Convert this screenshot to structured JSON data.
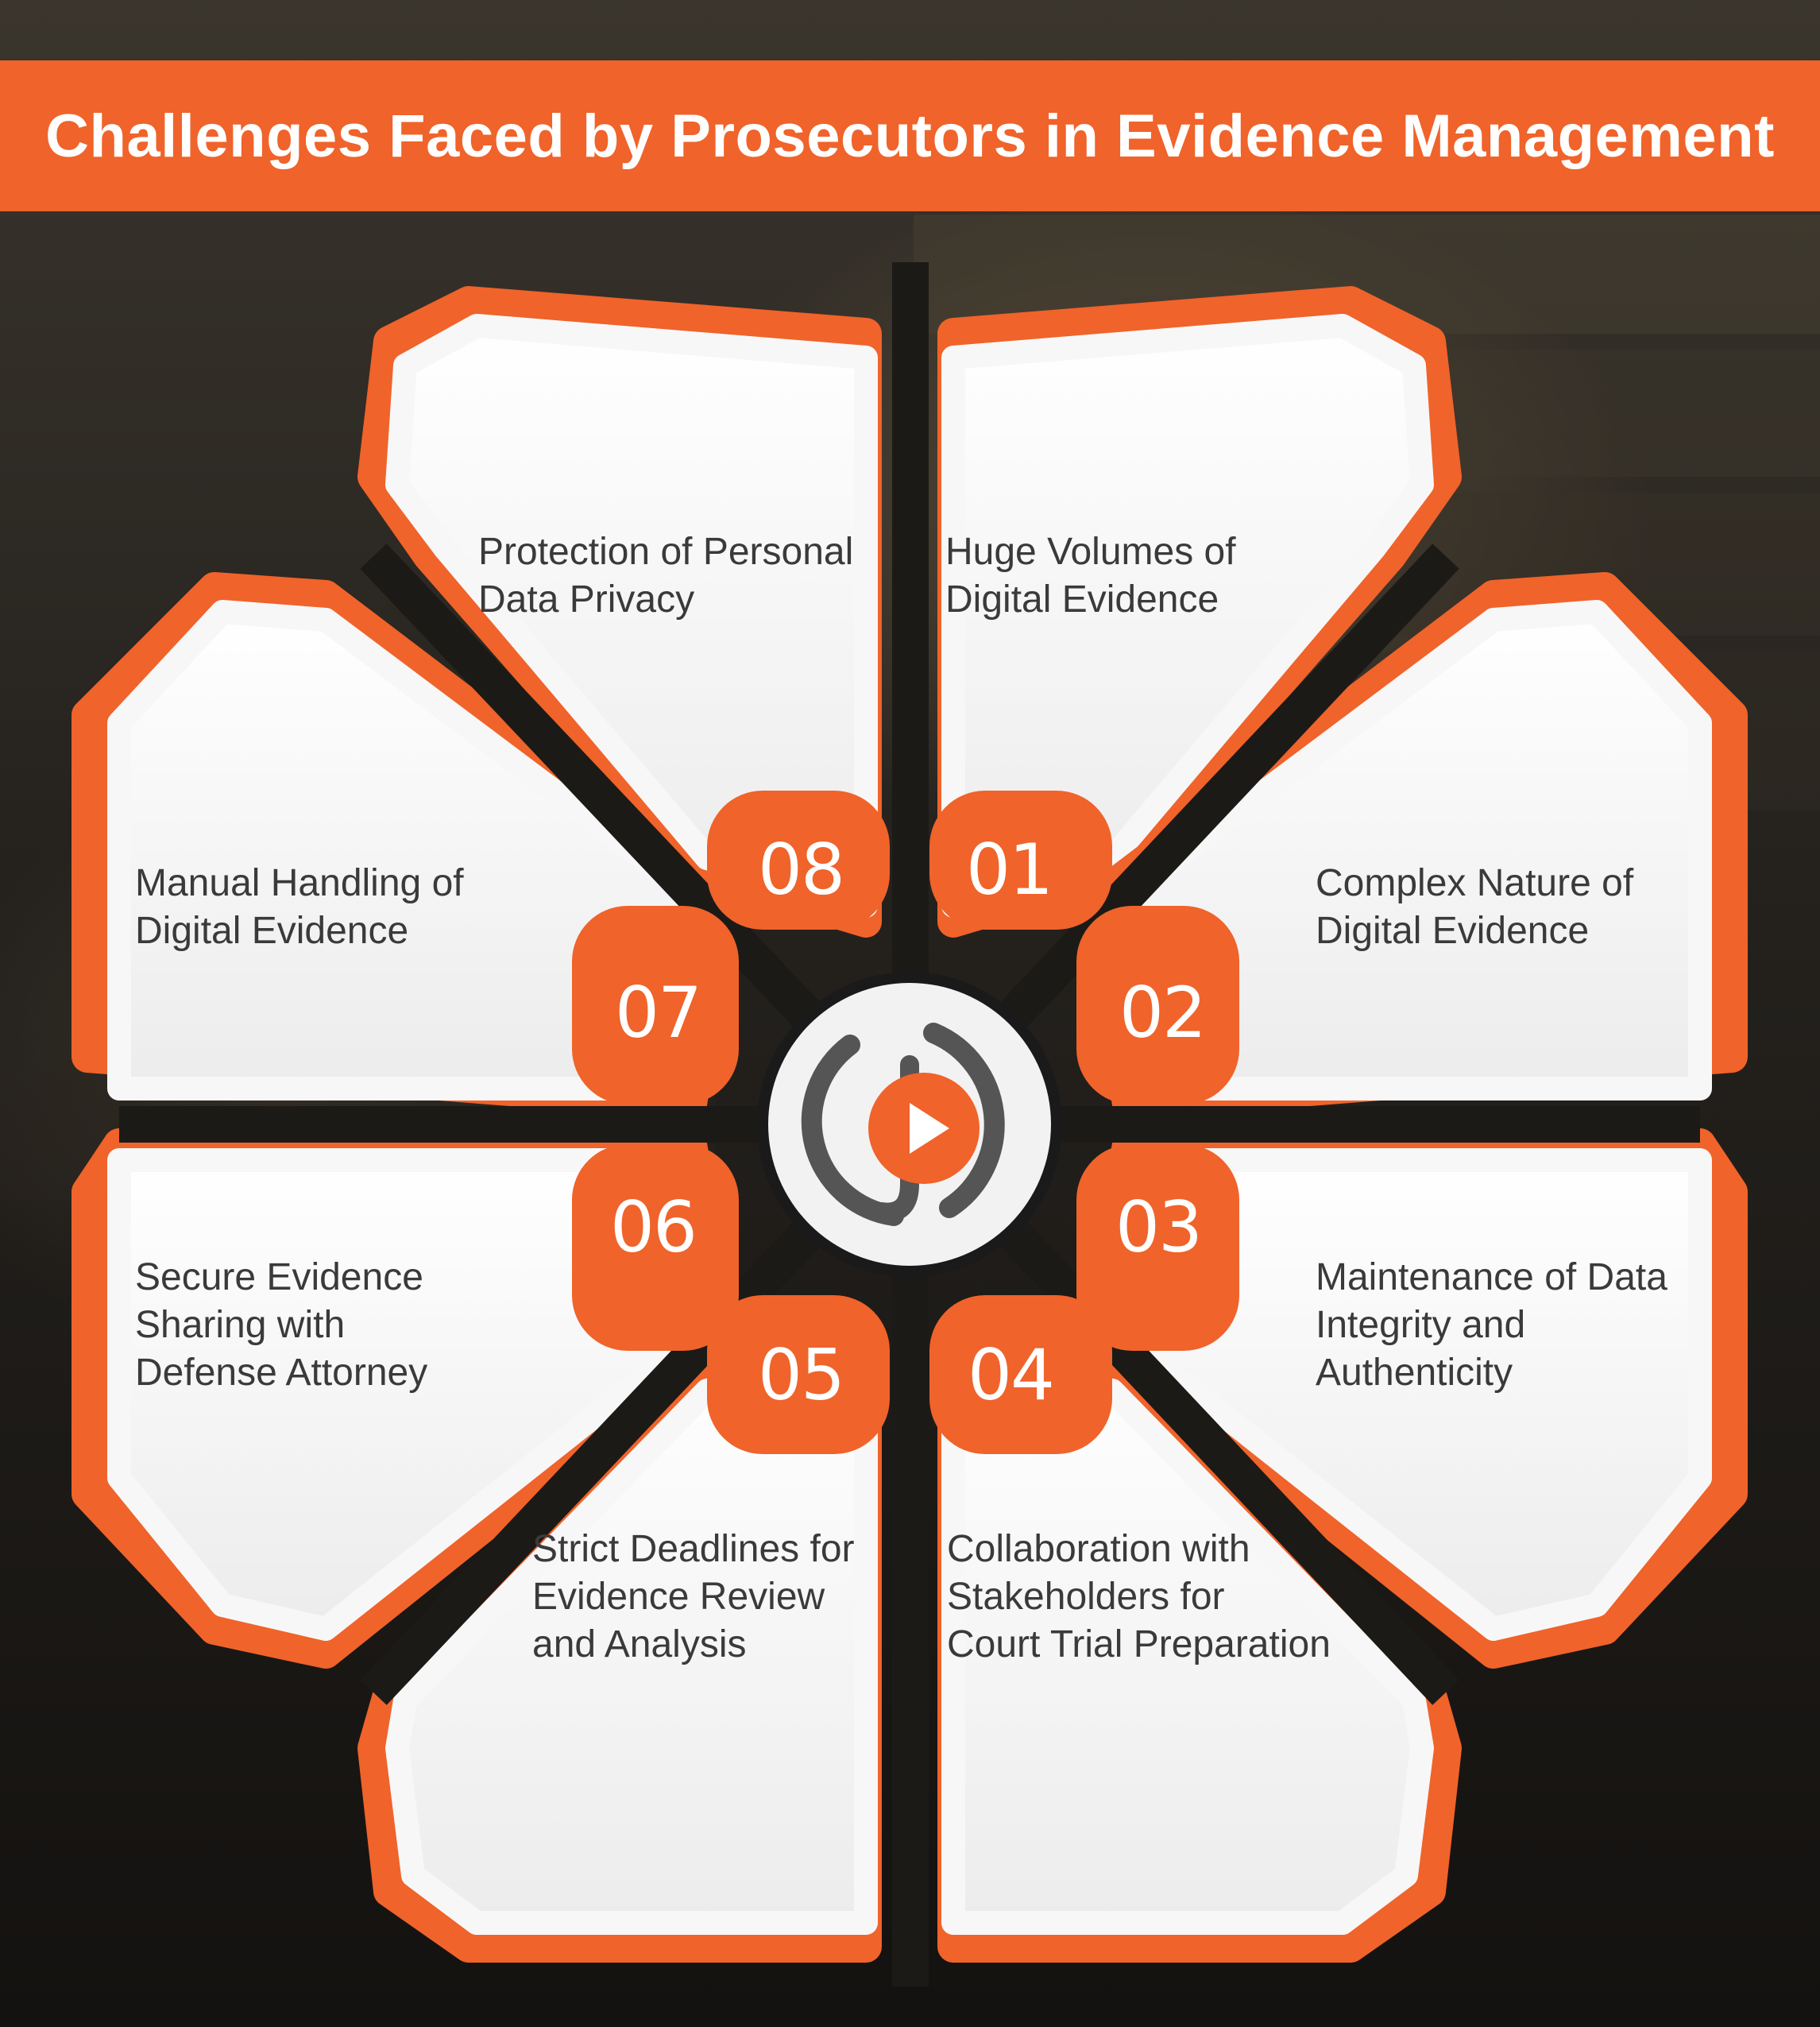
{
  "title": "Challenges Faced by Prosecutors in Evidence Management",
  "colors": {
    "accent": "#f0632a",
    "card": "#f7f7f7",
    "text": "#3a3a3a"
  },
  "center_icon": "play-logo-icon",
  "challenges": [
    {
      "number": "01",
      "lines": [
        "Huge Volumes of",
        "Digital Evidence"
      ]
    },
    {
      "number": "02",
      "lines": [
        "Complex Nature of",
        "Digital Evidence"
      ]
    },
    {
      "number": "03",
      "lines": [
        "Maintenance of Data",
        "Integrity and",
        "Authenticity"
      ]
    },
    {
      "number": "04",
      "lines": [
        "Collaboration with",
        "Stakeholders for",
        "Court Trial Preparation"
      ]
    },
    {
      "number": "05",
      "lines": [
        "Strict Deadlines for",
        "Evidence Review",
        "and Analysis"
      ]
    },
    {
      "number": "06",
      "lines": [
        "Secure Evidence",
        "Sharing with",
        "Defense Attorney"
      ]
    },
    {
      "number": "07",
      "lines": [
        "Manual Handling of",
        "Digital Evidence"
      ]
    },
    {
      "number": "08",
      "lines": [
        "Protection of Personal",
        "Data Privacy"
      ]
    }
  ]
}
